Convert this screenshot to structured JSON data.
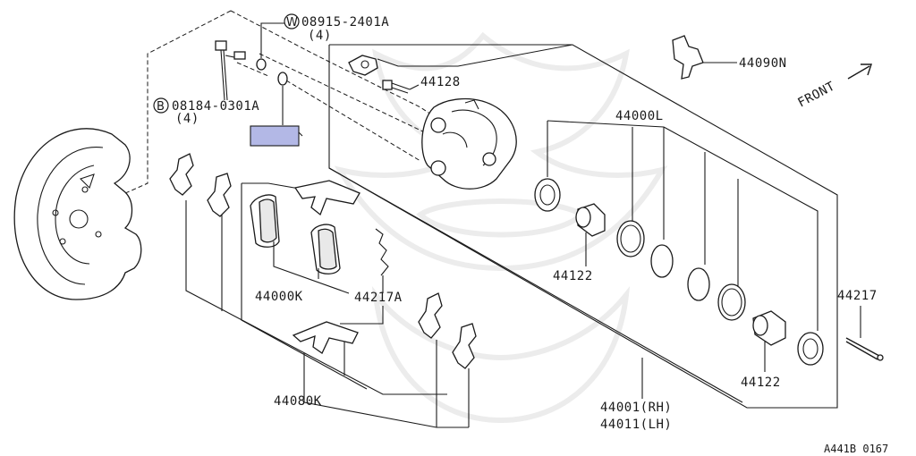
{
  "labels": {
    "washer_part": "08915-2401A",
    "washer_qty": "(4)",
    "washer_symbol": "W",
    "bolt_part": "08184-0301A",
    "bolt_qty": "(4)",
    "bolt_symbol": "B",
    "pin_bolt": "44128",
    "clip": "44090N",
    "front": "FRONT",
    "seal_kit": "44000L",
    "piston_upper": "44122",
    "piston_lower": "44122",
    "pad_kit": "44000K",
    "shim_spring": "44217A",
    "hardware_kit": "44080K",
    "caliper_rh": "44001(RH)",
    "caliper_lh": "44011(LH)",
    "pad_pin": "44217",
    "diagram_code": "A441B 0167"
  },
  "colors": {
    "highlight": "#b3b8e6",
    "line": "#1a1a1a"
  }
}
